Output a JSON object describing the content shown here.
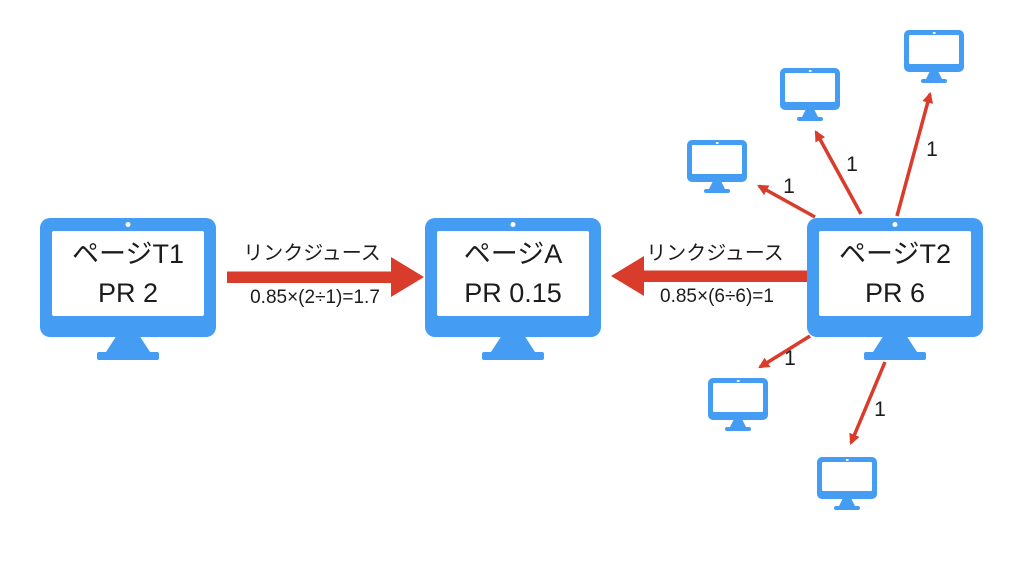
{
  "diagram": {
    "title_hint": "PageRank link juice diagram",
    "colors": {
      "monitor_blue": "#459DF3",
      "arrow_red": "#D93C2B",
      "text": "#1c1c1c",
      "background": "#ffffff"
    },
    "nodes": {
      "t1": {
        "title": "ページT1",
        "pr": "PR 2"
      },
      "a": {
        "title": "ページA",
        "pr": "PR 0.15"
      },
      "t2": {
        "title": "ページT2",
        "pr": "PR 6"
      }
    },
    "links": {
      "t1_to_a": {
        "label": "リンクジュース",
        "formula": "0.85×(2÷1)=1.7"
      },
      "t2_to_a": {
        "label": "リンクジュース",
        "formula": "0.85×(6÷6)=1"
      }
    },
    "outlink_values": [
      "1",
      "1",
      "1",
      "1",
      "1"
    ]
  }
}
